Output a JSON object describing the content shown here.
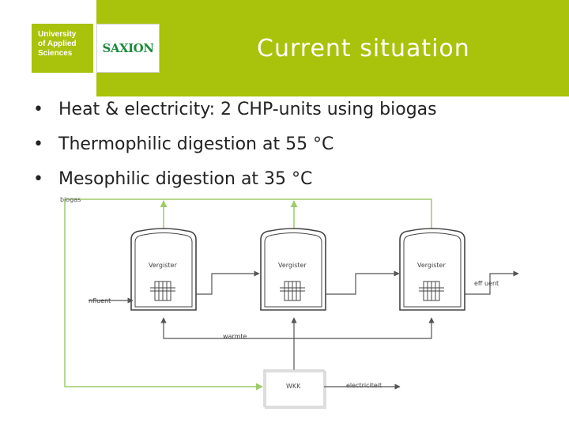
{
  "header": {
    "title": "Current situation",
    "logo_university_lines": [
      "University",
      "of Applied",
      "Sciences"
    ],
    "logo_brand": "SAXION",
    "accent_color": "#a9c20b"
  },
  "bullets": [
    "Heat & electricity: 2 CHP-units using biogas",
    "Thermophilic digestion at 55 °C",
    "Mesophilic digestion at 35 °C"
  ],
  "diagram": {
    "labels": {
      "biogas": "biogas",
      "influent": "nfluent",
      "effluent": "eff uent",
      "warmte": "warmte",
      "wkk": "WKK",
      "electriciteit": "electriciteit",
      "vergister_1": "Vergister",
      "vergister_2": "Vergister",
      "vergister_3": "Vergister"
    }
  }
}
